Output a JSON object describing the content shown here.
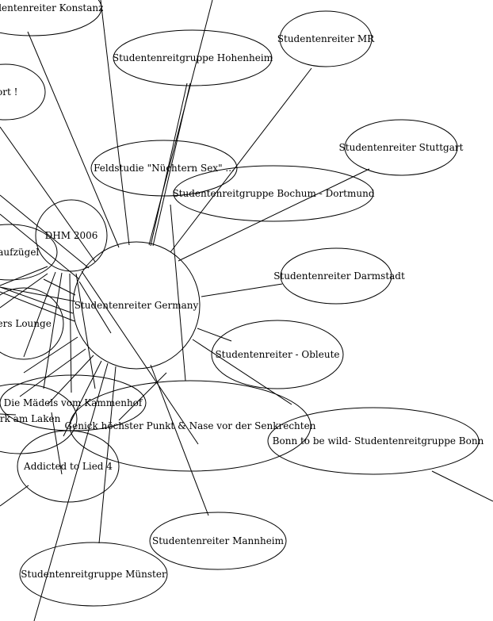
{
  "graph": {
    "center_label": "Studentenreiter Germany",
    "nodes": {
      "konstanz": "Studentenreiter Konstanz",
      "transport": "Transport !",
      "hohenheim": "Studentenreitgruppe Hohenheim",
      "mr": "Studentenreiter MR",
      "stuttgart": "Studentenreiter Stuttgart",
      "feldstudie": "Feldstudie \"Nüchtern Sex\" ...",
      "bochum": "Studentenreitgruppe Bochum - Dortmund",
      "dhm": "DHM 2006",
      "laufzugel": "Schlaufzügel",
      "darmstadt": "Studentenreiter Darmstadt",
      "lounge": "Losers Lounge",
      "obleute": "Studentenreiter - Obleute",
      "madels": "Die Mädels vom Kammenhof",
      "genick": "Genick höchster Punkt & Nase vor der Senkrechten",
      "bonn": "Bonn to be wild- Studentenreitgruppe Bonn",
      "laken": "Stark am Laken",
      "addicted": "Addicted to Lied 4",
      "mannheim": "Studentenreiter Mannheim",
      "munster": "Studentenreitgruppe Münster"
    }
  }
}
